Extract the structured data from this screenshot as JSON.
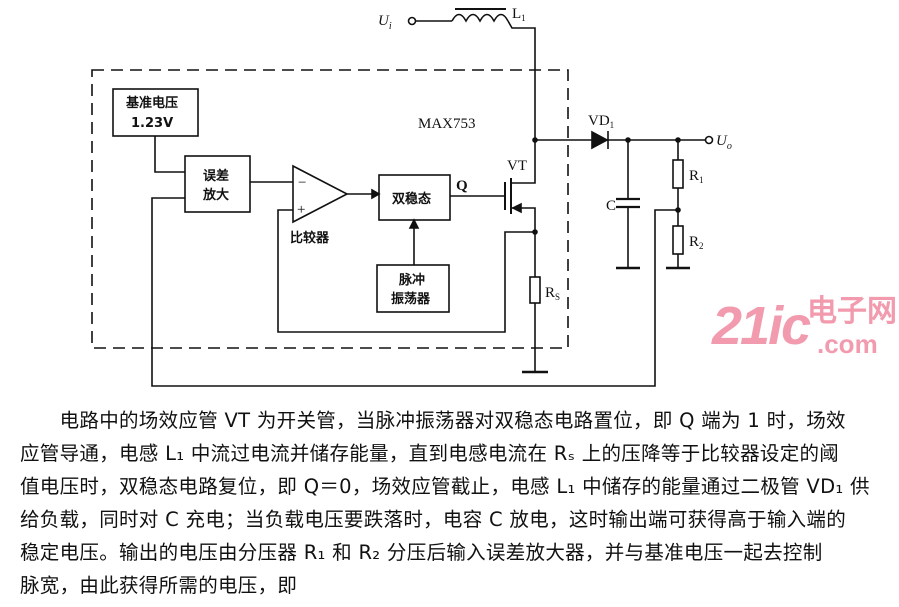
{
  "diagram": {
    "chip_label": "MAX753",
    "input_label": "U",
    "input_sub": "i",
    "output_label": "U",
    "output_sub": "o",
    "inductor_label": "L",
    "inductor_sub": "1",
    "diode_label": "VD",
    "diode_sub": "1",
    "transistor_label": "VT",
    "q_label": "Q",
    "cap_label": "C",
    "r1_label": "R",
    "r1_sub": "1",
    "r2_label": "R",
    "r2_sub": "2",
    "rs_label": "R",
    "rs_sub": "S",
    "reference_block": {
      "line1": "基准电压",
      "line2": "1.23V"
    },
    "error_amp_block": {
      "line1": "误差",
      "line2": "放大"
    },
    "comparator_label": "比较器",
    "comparator_minus": "−",
    "comparator_plus": "+",
    "flipflop_block": "双稳态",
    "oscillator_block": {
      "line1": "脉冲",
      "line2": "振荡器"
    }
  },
  "paragraph": [
    "　　电路中的场效应管 VT 为开关管，当脉冲振荡器对双稳态电路置位，即 Q 端为 1 时，场效",
    "应管导通，电感 L₁ 中流过电流并储存能量，直到电感电流在 Rₛ 上的压降等于比较器设定的阈",
    "值电压时，双稳态电路复位，即 Q＝0，场效应管截止，电感 L₁ 中储存的能量通过二极管 VD₁ 供",
    "给负载，同时对 C 充电；当负载电压要跌落时，电容 C 放电，这时输出端可获得高于输入端的",
    "稳定电压。输出的电压由分压器 R₁ 和 R₂ 分压后输入误差放大器，并与基准电压一起去控制",
    "脉宽，由此获得所需的电压，即"
  ],
  "watermark": {
    "num": "21ic",
    "cn": "电子网",
    "com": ".com"
  }
}
